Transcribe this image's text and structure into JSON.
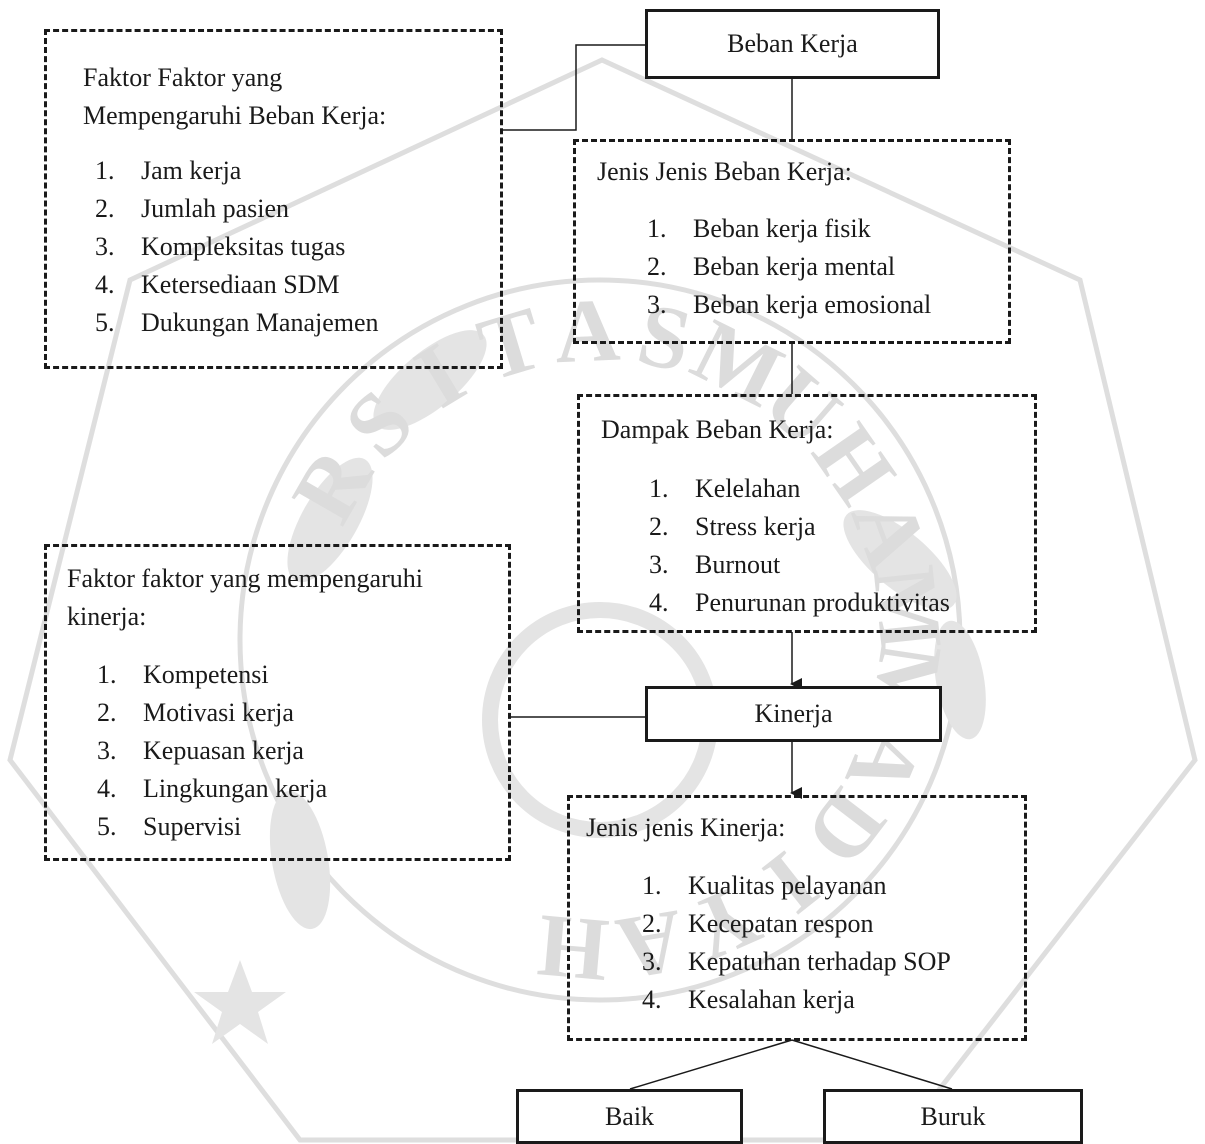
{
  "watermark": {
    "ring_letters": [
      "R",
      "S",
      "I",
      "T",
      "A",
      "S",
      "M",
      "U",
      "H",
      "A",
      "M",
      "M",
      "A",
      "D",
      "I",
      "Y",
      "A",
      "H"
    ],
    "color": "#d9d9d9"
  },
  "beban_kerja": {
    "label": "Beban Kerja"
  },
  "faktor_beban": {
    "title_line1": "Faktor Faktor yang",
    "title_line2": "Mempengaruhi Beban Kerja:",
    "items": [
      {
        "num": "1.",
        "text": "Jam kerja"
      },
      {
        "num": "2.",
        "text": "Jumlah pasien"
      },
      {
        "num": "3.",
        "text": "Kompleksitas tugas"
      },
      {
        "num": "4.",
        "text": "Ketersediaan SDM"
      },
      {
        "num": "5.",
        "text": "Dukungan Manajemen"
      }
    ]
  },
  "jenis_beban": {
    "title": "Jenis Jenis Beban Kerja:",
    "items": [
      {
        "num": "1.",
        "text": "Beban kerja fisik"
      },
      {
        "num": "2.",
        "text": "Beban kerja mental"
      },
      {
        "num": "3.",
        "text": "Beban kerja emosional"
      }
    ]
  },
  "dampak_beban": {
    "title": "Dampak Beban Kerja:",
    "items": [
      {
        "num": "1.",
        "text": "Kelelahan"
      },
      {
        "num": "2.",
        "text": "Stress kerja"
      },
      {
        "num": "3.",
        "text": "Burnout"
      },
      {
        "num": "4.",
        "text": "Penurunan produktivitas"
      }
    ]
  },
  "faktor_kinerja": {
    "title_line1": "Faktor faktor yang mempengaruhi",
    "title_line2": "kinerja:",
    "items": [
      {
        "num": "1.",
        "text": "Kompetensi"
      },
      {
        "num": "2.",
        "text": "Motivasi kerja"
      },
      {
        "num": "3.",
        "text": "Kepuasan kerja"
      },
      {
        "num": "4.",
        "text": "Lingkungan kerja"
      },
      {
        "num": "5.",
        "text": "Supervisi"
      }
    ]
  },
  "kinerja": {
    "label": "Kinerja"
  },
  "jenis_kinerja": {
    "title": "Jenis jenis Kinerja:",
    "items": [
      {
        "num": "1.",
        "text": "Kualitas pelayanan"
      },
      {
        "num": "2.",
        "text": "Kecepatan respon"
      },
      {
        "num": "3.",
        "text": "Kepatuhan terhadap SOP"
      },
      {
        "num": "4.",
        "text": "Kesalahan kerja"
      }
    ]
  },
  "baik": {
    "label": "Baik"
  },
  "buruk": {
    "label": "Buruk"
  }
}
